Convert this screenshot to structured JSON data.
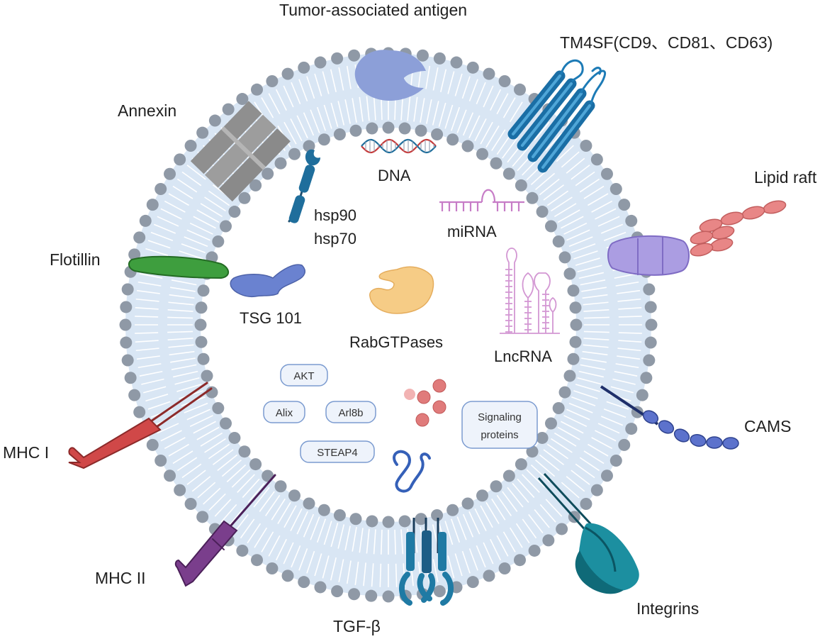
{
  "labels": {
    "tumor_antigen": "Tumor-associated antigen",
    "tm4sf": "TM4SF(CD9、CD81、CD63)",
    "annexin": "Annexin",
    "lipid_raft": "Lipid raft",
    "flotillin": "Flotillin",
    "hsp90": "hsp90",
    "hsp70": "hsp70",
    "dna": "DNA",
    "mirna": "miRNA",
    "tsg101": "TSG 101",
    "rabgtpases": "RabGTPases",
    "lncrna": "LncRNA",
    "cams": "CAMS",
    "mhc1": "MHC I",
    "mhc2": "MHC II",
    "tgfb": "TGF-β",
    "integrins": "Integrins"
  },
  "pills": {
    "akt": "AKT",
    "alix": "Alix",
    "arl8b": "Arl8b",
    "steap4": "STEAP4",
    "signaling_1": "Signaling",
    "signaling_2": "proteins"
  },
  "colors": {
    "membrane_fill": "#d9e6f4",
    "lipid_head": "#8f99a6",
    "annexin": "#8c8c8c",
    "tm4sf": "#1d7bb6",
    "tumor_antigen": "#8c9fd8",
    "lipid_raft_protein": "#a89ae0",
    "lipid_raft_chain": "#e07a7a",
    "flotillin": "#3e9e3e",
    "tsg101": "#6a82d0",
    "hsp": "#1f6e9c",
    "rab": "#f6cc86",
    "mirna": "#c77dc7",
    "lncrna": "#d397d3",
    "mhc1": "#d04848",
    "mhc2": "#7a3e8c",
    "cams": "#4d62bd",
    "tgfb": "#1f7aa4",
    "integrins": "#1c8fa0",
    "pill_fill": "#eef3fb",
    "pill_stroke": "#7b9bd0",
    "signal_dots": "#e07b7b"
  }
}
